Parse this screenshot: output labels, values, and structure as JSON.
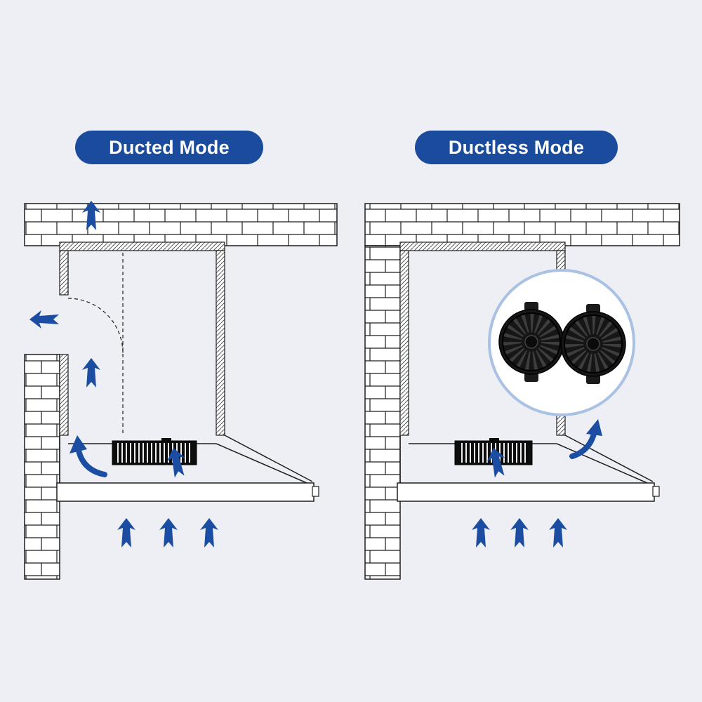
{
  "page": {
    "background_color": "#edeff4",
    "type": "range-hood ducted vs ductless mode diagram"
  },
  "panels": {
    "ducted": {
      "label": "Ducted Mode"
    },
    "ductless": {
      "label": "Ductless Mode"
    }
  },
  "colors": {
    "badge_blue": "#1a4b9d",
    "arrow_blue": "#1b4da3",
    "line_dark": "#1e1e1e",
    "inset_ring_blue": "#a9c2e4",
    "filter_black": "#161616"
  },
  "icons": {
    "airflow_up_arrow": "blue notched arrow pointing up",
    "airflow_left_arrow": "blue notched arrow pointing left through wall",
    "airflow_curved_arrow": "blue curved recirculation arrow",
    "charcoal_filter": "round black charcoal filter pair in circular inset"
  }
}
